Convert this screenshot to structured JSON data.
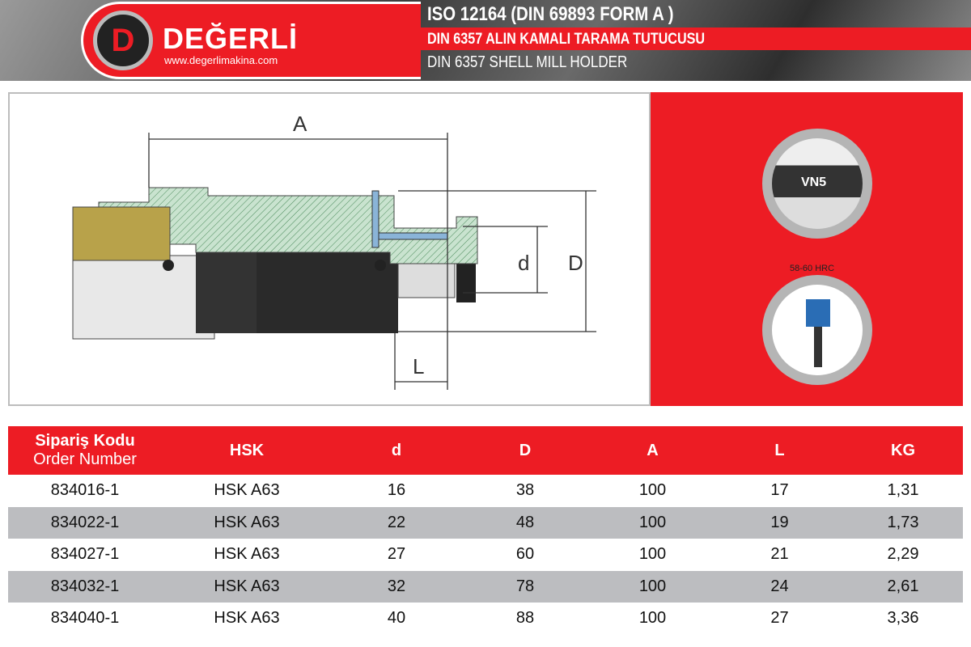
{
  "header": {
    "brand": "DEĞERLİ",
    "url": "www.degerlimakina.com",
    "title": "ISO 12164 (DIN 69893 FORM A )",
    "subtitle_tr": "DIN 6357  ALIN KAMALI TARAMA TUTUCUSU",
    "subtitle_en": "DIN 6357 SHELL MILL HOLDER"
  },
  "drawing": {
    "labels": {
      "A": "A",
      "D": "D",
      "d": "d",
      "L": "L"
    }
  },
  "badges": {
    "vn5": "VN5",
    "hardness": "58-60 HRC"
  },
  "table": {
    "headers": [
      {
        "tr": "Sipariş Kodu",
        "en": "Order Number"
      },
      {
        "tr": "HSK"
      },
      {
        "tr": "d"
      },
      {
        "tr": "D"
      },
      {
        "tr": "A"
      },
      {
        "tr": "L"
      },
      {
        "tr": "KG"
      }
    ],
    "rows": [
      [
        "834016-1",
        "HSK A63",
        "16",
        "38",
        "100",
        "17",
        "1,31"
      ],
      [
        "834022-1",
        "HSK A63",
        "22",
        "48",
        "100",
        "19",
        "1,73"
      ],
      [
        "834027-1",
        "HSK A63",
        "27",
        "60",
        "100",
        "21",
        "2,29"
      ],
      [
        "834032-1",
        "HSK A63",
        "32",
        "78",
        "100",
        "24",
        "2,61"
      ],
      [
        "834040-1",
        "HSK A63",
        "40",
        "88",
        "100",
        "27",
        "3,36"
      ]
    ]
  },
  "colors": {
    "brand_red": "#ed1c24",
    "row_gray": "#bcbdc0"
  }
}
